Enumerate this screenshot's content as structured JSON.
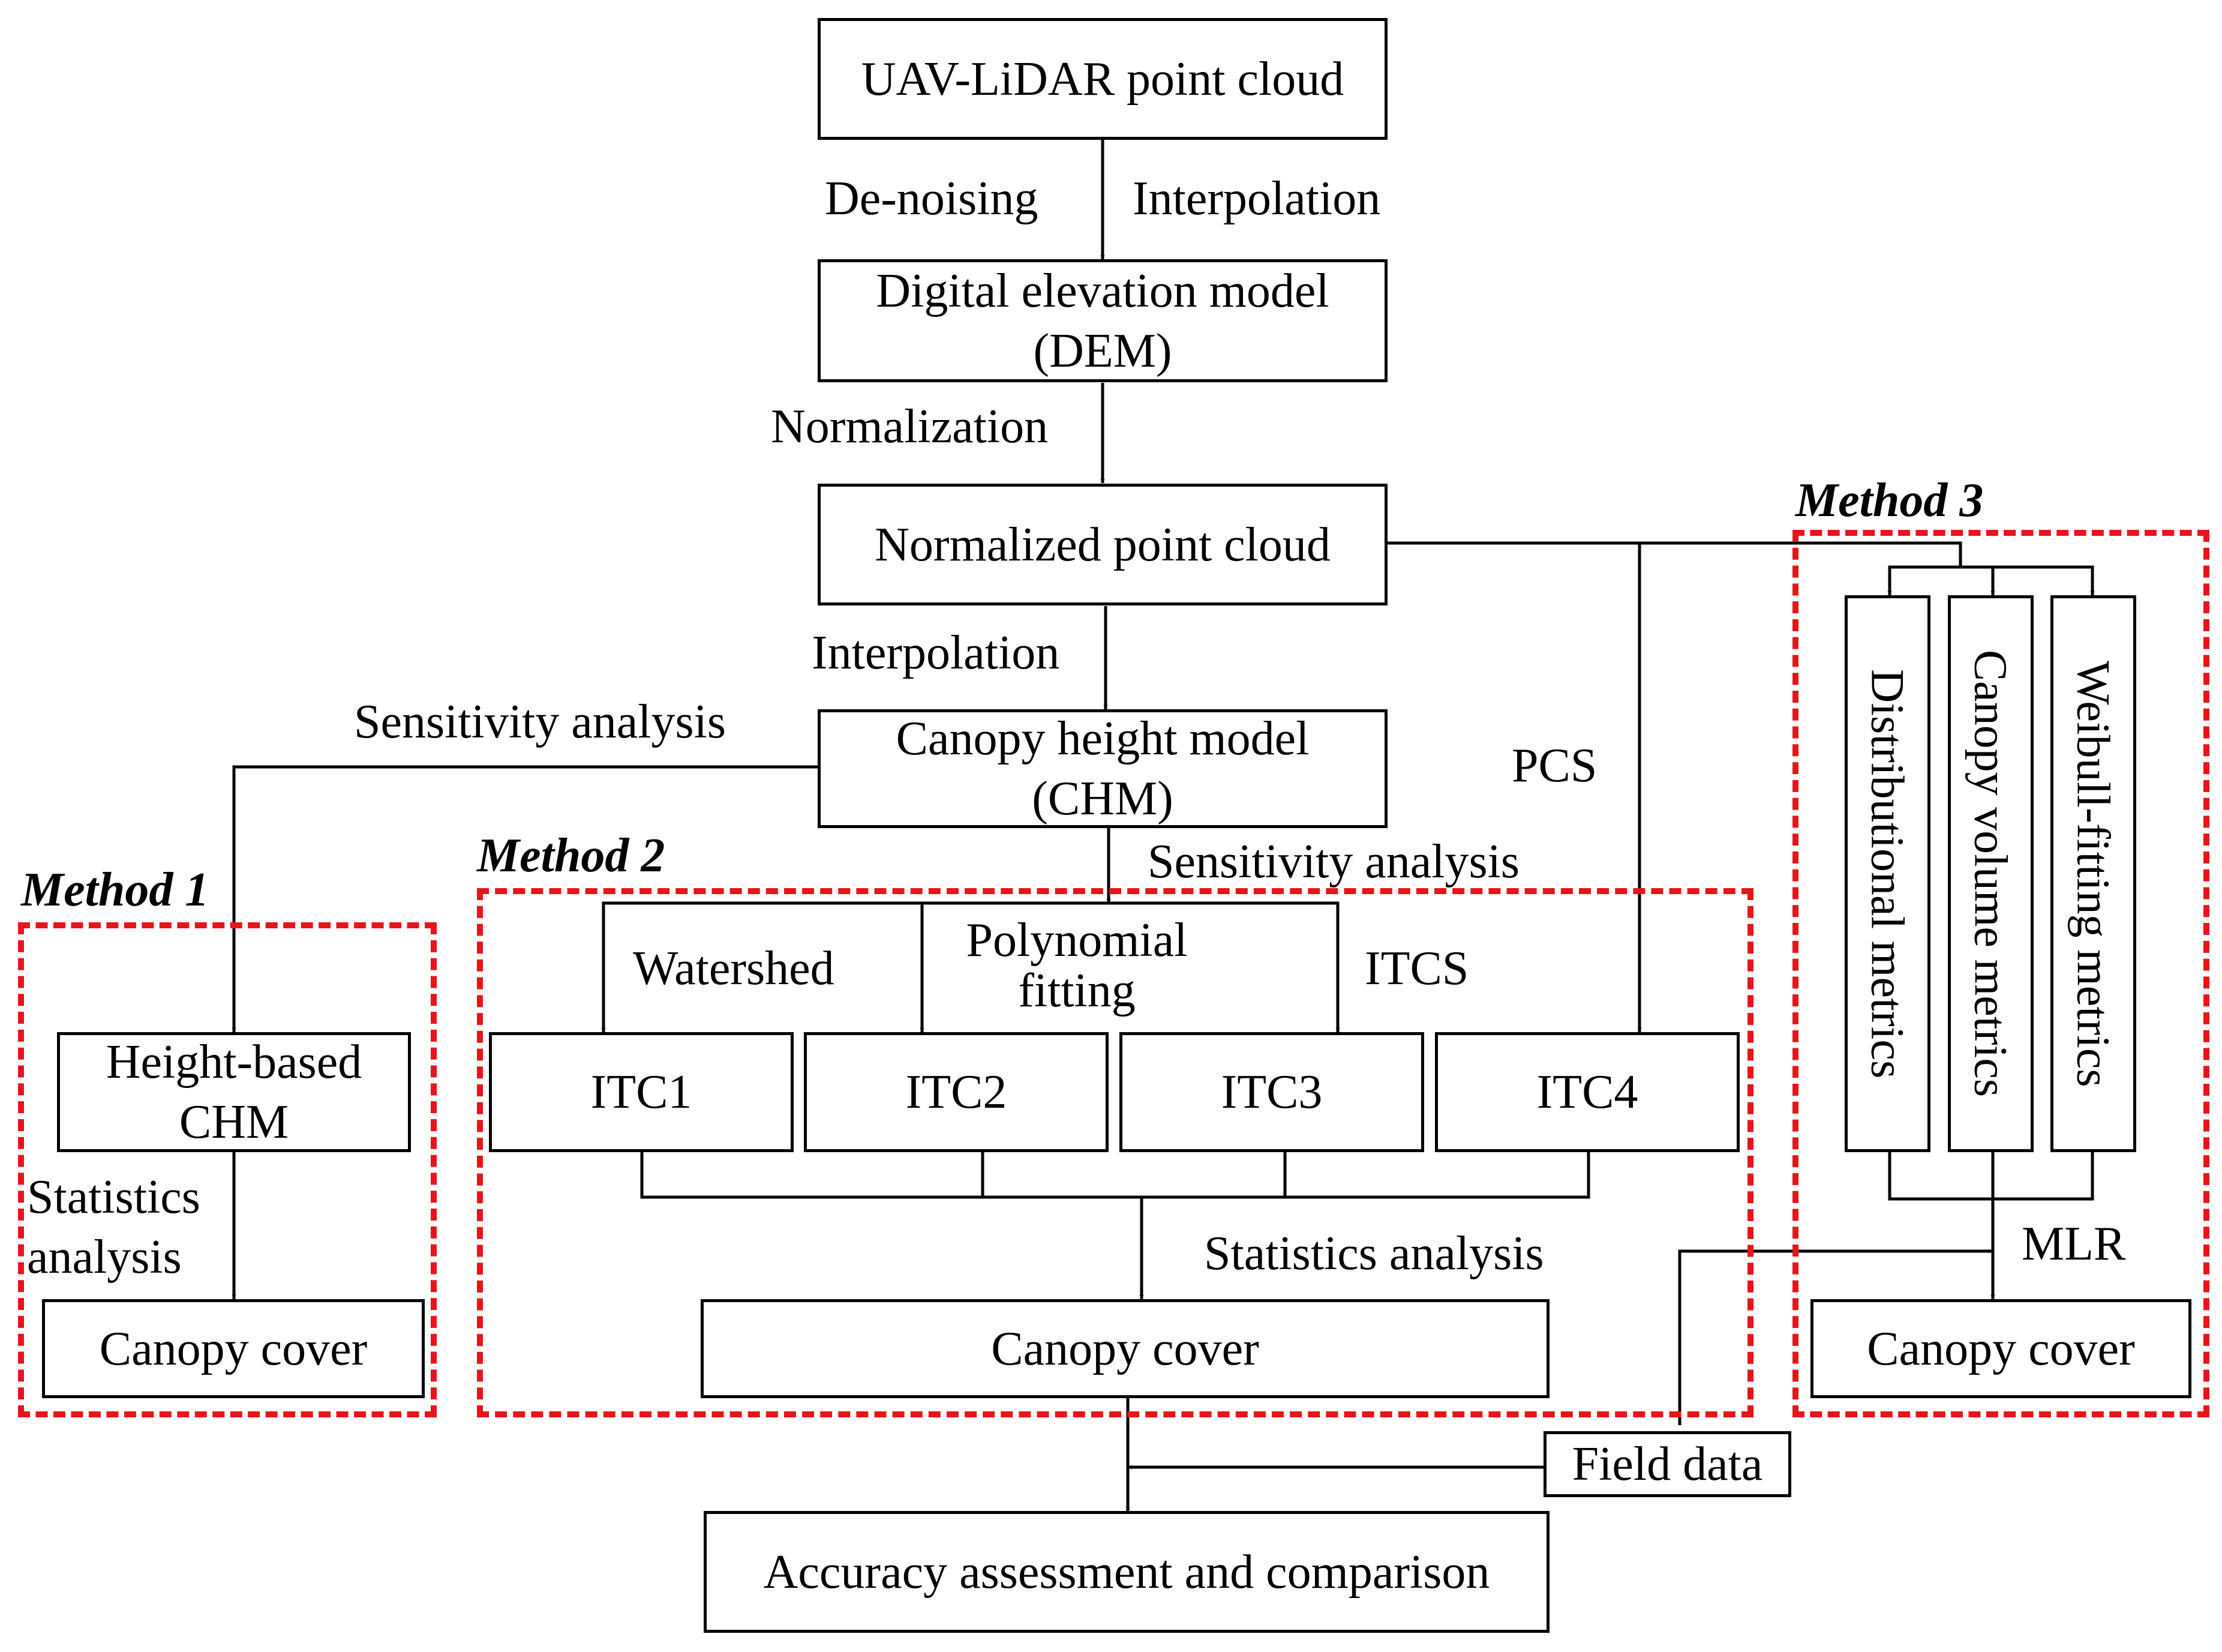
{
  "boxes": {
    "uav_lidar": "UAV-LiDAR point cloud",
    "dem": "Digital elevation model (DEM)",
    "normalized_cloud": "Normalized point cloud",
    "chm": "Canopy height model (CHM)",
    "height_based_chm": "Height-based CHM",
    "canopy_cover_m1": "Canopy cover",
    "itc1": "ITC1",
    "itc2": "ITC2",
    "itc3": "ITC3",
    "itc4": "ITC4",
    "canopy_cover_m2": "Canopy cover",
    "distributional_metrics": "Distributional metrics",
    "canopy_volume_metrics": "Canopy volume metrics",
    "weibull_metrics": "Weibull-fitting metrics",
    "canopy_cover_m3": "Canopy cover",
    "field_data": "Field data",
    "accuracy": "Accuracy assessment and comparison"
  },
  "labels": {
    "denoising": "De-noising",
    "interpolation_1": "Interpolation",
    "normalization": "Normalization",
    "interpolation_2": "Interpolation",
    "sensitivity_1": "Sensitivity analysis",
    "sensitivity_2": "Sensitivity analysis",
    "pcs": "PCS",
    "watershed": "Watershed",
    "polynomial_fitting": "Polynomial fitting",
    "itcs": "ITCS",
    "statistics_m1": "Statistics analysis",
    "statistics_m2": "Statistics analysis",
    "mlr": "MLR"
  },
  "methods": {
    "method1": "Method 1",
    "method2": "Method 2",
    "method3": "Method 3"
  },
  "colors": {
    "method_border": "#e8141b",
    "line": "#000000"
  }
}
